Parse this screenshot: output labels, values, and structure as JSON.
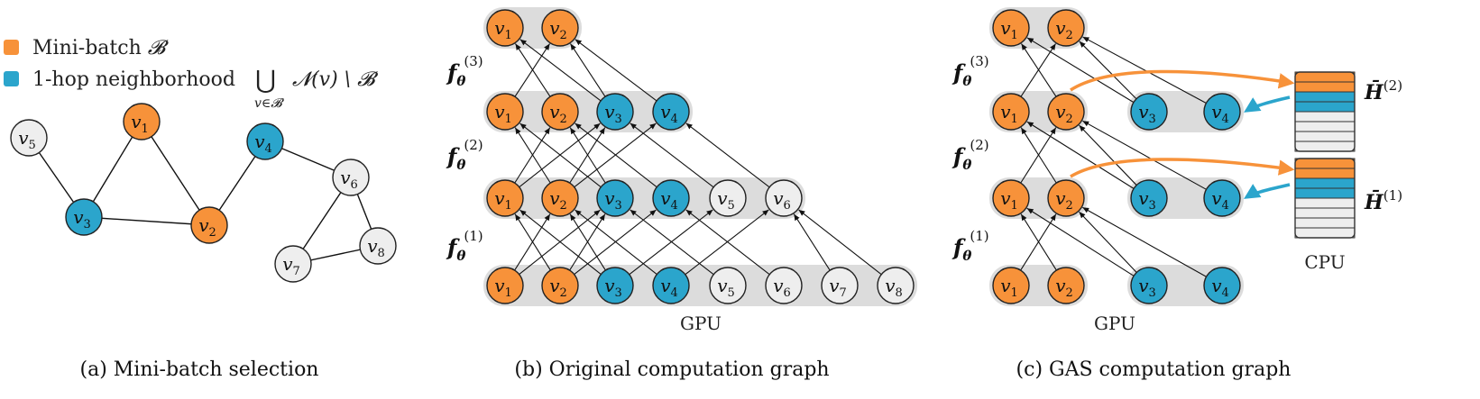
{
  "colors": {
    "minibatch": "#F7923A",
    "neighborhood": "#2BA5CC",
    "other": "#EEEEEE",
    "band": "#DCDCDC"
  },
  "legend": {
    "minibatch_label": "Mini-batch ",
    "minibatch_symbol": "𝓑",
    "neighborhood_label": "1-hop neighborhood",
    "neighborhood_union": "⋃",
    "neighborhood_union_sub": "v∈𝓑",
    "neighborhood_expr": "𝓝(v) \\ 𝓑"
  },
  "graph_a": {
    "nodes": [
      {
        "id": "v5",
        "sub": "5",
        "group": "other"
      },
      {
        "id": "v1",
        "sub": "1",
        "group": "minibatch"
      },
      {
        "id": "v4",
        "sub": "4",
        "group": "neighborhood"
      },
      {
        "id": "v6",
        "sub": "6",
        "group": "other"
      },
      {
        "id": "v3",
        "sub": "3",
        "group": "neighborhood"
      },
      {
        "id": "v2",
        "sub": "2",
        "group": "minibatch"
      },
      {
        "id": "v8",
        "sub": "8",
        "group": "other"
      },
      {
        "id": "v7",
        "sub": "7",
        "group": "other"
      }
    ],
    "edges": [
      [
        "v5",
        "v3"
      ],
      [
        "v3",
        "v1"
      ],
      [
        "v1",
        "v2"
      ],
      [
        "v3",
        "v2"
      ],
      [
        "v2",
        "v4"
      ],
      [
        "v4",
        "v6"
      ],
      [
        "v6",
        "v7"
      ],
      [
        "v6",
        "v8"
      ],
      [
        "v7",
        "v8"
      ]
    ]
  },
  "layer_labels": {
    "f": "f",
    "theta": "θ",
    "l3": "(3)",
    "l2": "(2)",
    "l1": "(1)"
  },
  "history_labels": {
    "h_base": "H̄",
    "h2": "(2)",
    "h1": "(1)"
  },
  "devices": {
    "gpu": "GPU",
    "cpu": "CPU"
  },
  "captions": {
    "a": "(a) Mini-batch selection",
    "b": "(b) Original computation graph",
    "c": "(c) GAS computation graph"
  }
}
